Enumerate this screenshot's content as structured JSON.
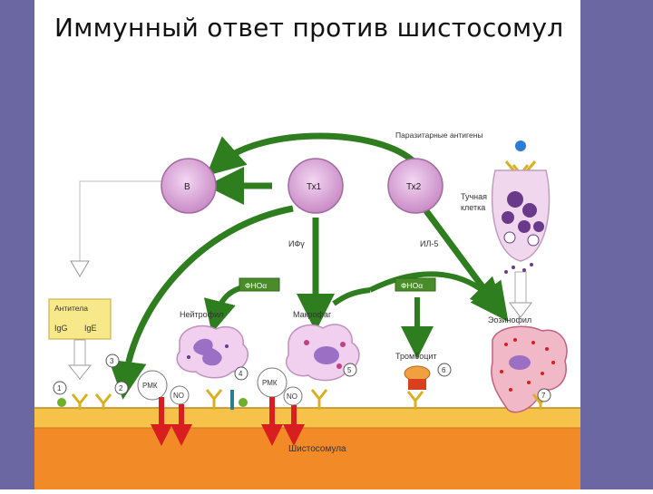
{
  "slide": {
    "title": "Иммунный ответ против шистосомул"
  },
  "diagram": {
    "cells": {
      "b": "В",
      "th1": "Тх1",
      "th2": "Тх2"
    },
    "labels": {
      "parasite_antigens": "Паразитарные антигены",
      "mast_cell_line1": "Тучная",
      "mast_cell_line2": "клетка",
      "ifn": "ИФγ",
      "il5": "ИЛ-5",
      "tnf_left": "ФНОα",
      "tnf_right": "ФНОα",
      "antibodies_title": "Антитела",
      "igg": "IgG",
      "ige": "IgE",
      "neutrophil": "Нейтрофил",
      "macrophage": "Макрофаг",
      "platelet": "Тромбоцит",
      "eosinophil": "Эозинофил",
      "rmk_left": "РМК",
      "rmk_right": "РМК",
      "no_left": "NO",
      "no_right": "NO",
      "schistosomula": "Шистосомула"
    },
    "markers": [
      "1",
      "2",
      "3",
      "4",
      "5",
      "6",
      "7"
    ]
  },
  "colors": {
    "side_band": "#6b67a3",
    "green_arrow": "#2e7d1e",
    "red_arrow": "#d81e1e",
    "lymphocyte": "#d9a3d6",
    "membrane": "#e0b03a",
    "tissue": "#f2a030",
    "label_box_green": "#4a8c2a",
    "antibody_box": "#f7e98a"
  }
}
